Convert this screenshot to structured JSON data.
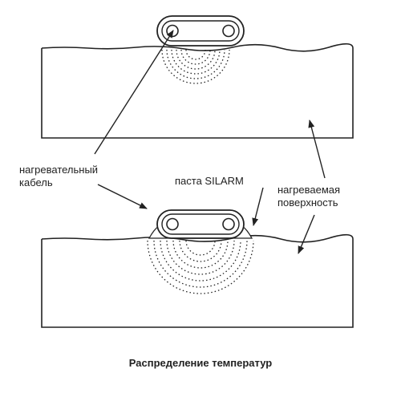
{
  "labels": {
    "heating_cable": [
      "нагревательный",
      "кабель"
    ],
    "silarm_paste": "паста SILARM",
    "heated_surface": [
      "нагреваемая",
      "поверхность"
    ]
  },
  "caption": "Распределение температур",
  "colors": {
    "ink": "#222222",
    "background": "#ffffff"
  }
}
